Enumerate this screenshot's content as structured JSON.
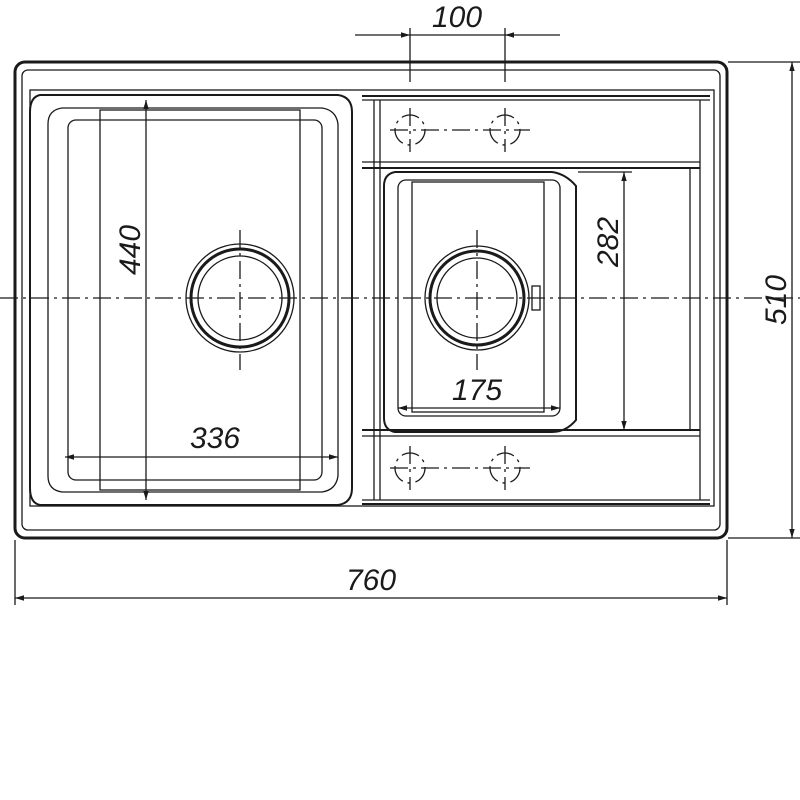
{
  "drawing": {
    "dimensions": {
      "overall_width": "760",
      "overall_depth": "510",
      "tap_hole_spacing": "100",
      "main_bowl_width": "336",
      "main_bowl_depth": "440",
      "small_bowl_width": "175",
      "small_bowl_depth": "282"
    },
    "colors": {
      "line": "#1a1a1a",
      "background": "#ffffff"
    }
  }
}
